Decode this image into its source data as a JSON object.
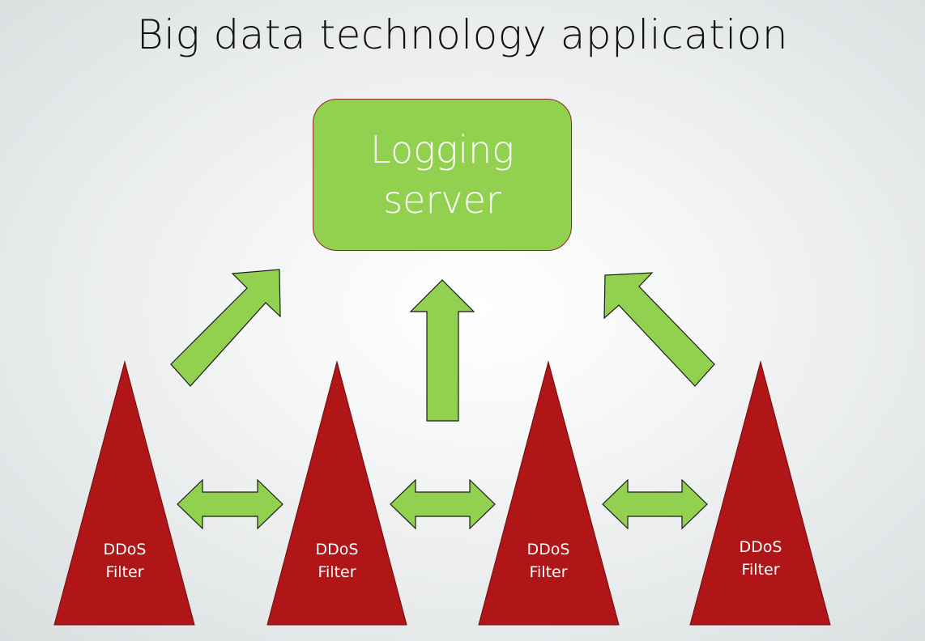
{
  "title": "Big data technology application",
  "logging_server": {
    "line1": "Logging",
    "line2": "server"
  },
  "filters": [
    {
      "line1": "DDoS",
      "line2": "Filter"
    },
    {
      "line1": "DDoS",
      "line2": "Filter"
    },
    {
      "line1": "DDoS",
      "line2": "Filter"
    },
    {
      "line1": "DDoS",
      "line2": "Filter"
    }
  ],
  "colors": {
    "server_fill": "#92d050",
    "filter_fill": "#b01518",
    "arrow_fill": "#92d050",
    "outline": "#1a1a1a"
  }
}
